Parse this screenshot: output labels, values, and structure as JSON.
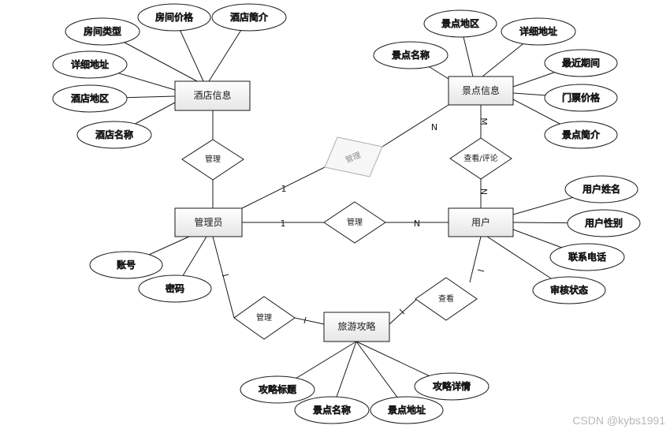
{
  "entities": {
    "hotel_info": "酒店信息",
    "spot_info": "景点信息",
    "admin": "管理员",
    "user": "用户",
    "guide": "旅游攻略"
  },
  "attributes": {
    "room_type": "房间类型",
    "room_price": "房间价格",
    "hotel_intro": "酒店简介",
    "hotel_address": "详细地址",
    "hotel_area": "酒店地区",
    "hotel_name": "酒店名称",
    "spot_area": "景点地区",
    "spot_address": "详细地址",
    "spot_name": "景点名称",
    "recent_period": "最近期间",
    "ticket_price": "门票价格",
    "spot_intro": "景点简介",
    "user_name": "用户姓名",
    "user_gender": "用户性别",
    "phone": "联系电话",
    "review_status": "审核状态",
    "account": "账号",
    "password": "密码",
    "guide_title": "攻略标题",
    "guide_spot_name": "景点名称",
    "guide_spot_address": "景点地址",
    "guide_detail": "攻略详情"
  },
  "relationships": {
    "admin_hotel": "管理",
    "admin_spot": "管理",
    "admin_user": "管理",
    "user_spot": "查看/评论",
    "admin_guide": "管理",
    "user_guide": "查看"
  },
  "cardinalities": {
    "spot_side_of_admin": "N",
    "admin_side_of_spot": "1",
    "admin_side_of_user": "1",
    "user_side_of_admin": "N",
    "spot_side_of_user": "M",
    "user_side_of_spot": "N"
  },
  "watermark": "CSDN @kybs1991"
}
